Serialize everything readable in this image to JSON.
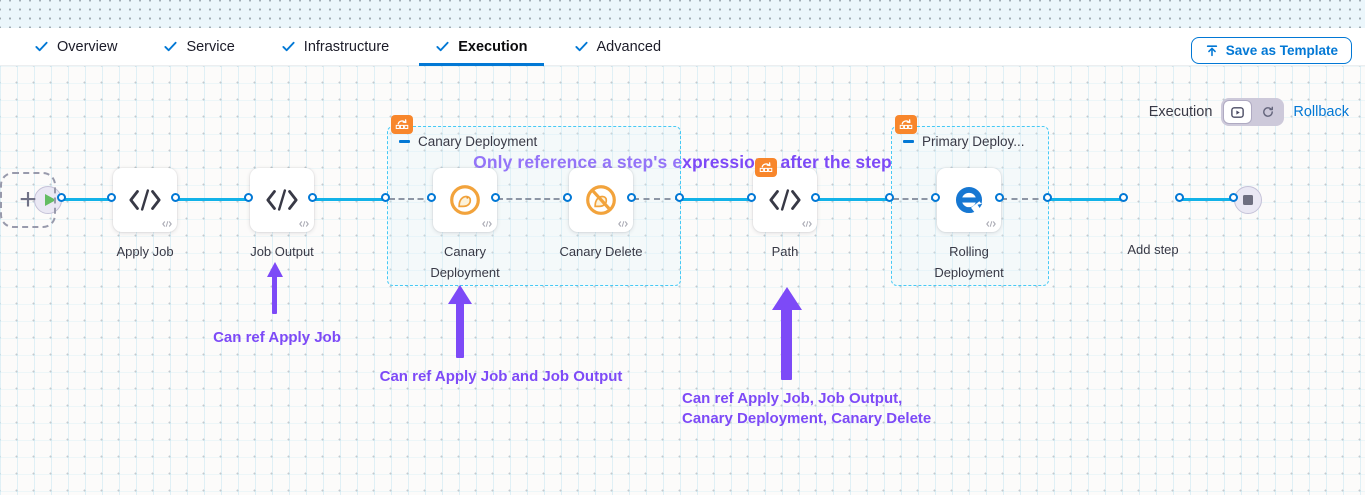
{
  "colors": {
    "accent_blue": "#0278D5",
    "connector_cyan": "#12B2E8",
    "annotation_purple": "#7D4AF7",
    "badge_orange": "#F8862B",
    "canary_orange": "#F2A33C",
    "rolling_blue": "#1677D2"
  },
  "tab_bar": {
    "tabs": [
      {
        "label": "Overview",
        "checked": true,
        "active": false
      },
      {
        "label": "Service",
        "checked": true,
        "active": false
      },
      {
        "label": "Infrastructure",
        "checked": true,
        "active": false
      },
      {
        "label": "Execution",
        "checked": true,
        "active": true
      },
      {
        "label": "Advanced",
        "checked": true,
        "active": false
      }
    ],
    "save_as_template": "Save as Template"
  },
  "canvas": {
    "headline": "Only reference a step's expressions after the step",
    "mode_switch": {
      "execution": "Execution",
      "rollback": "Rollback"
    },
    "groups": {
      "canary": "Canary Deployment",
      "primary": "Primary Deploy..."
    },
    "steps": {
      "apply_job": "Apply Job",
      "job_output": "Job Output",
      "canary_deployment": "Canary Deployment",
      "canary_delete": "Canary Delete",
      "path": "Path",
      "rolling_deployment": "Rolling Deployment",
      "add_step": "Add step"
    },
    "annotations": {
      "job_output": "Can ref Apply Job",
      "canary_deployment": "Can ref Apply Job and Job Output",
      "path": "Can ref Apply Job, Job Output,\nCanary Deployment, Canary Delete"
    }
  }
}
